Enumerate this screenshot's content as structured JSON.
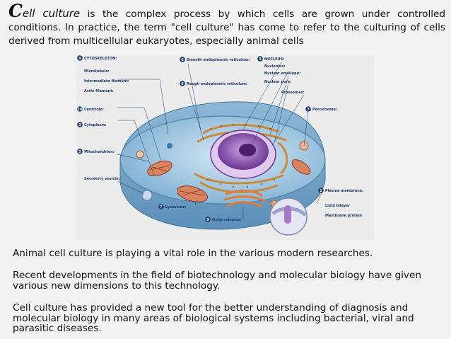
{
  "intro": {
    "dropcap": "C",
    "term_rest": "ell culture",
    "text": " is the complex process by which cells are grown under controlled conditions. In practice, the term \"cell culture\" has come to refer to the culturing of cells derived from multicellular eukaryotes, especially animal cells"
  },
  "diagram": {
    "labels": {
      "cytoskeleton": "CYTOSKELETON:",
      "microtubule": "Microtubule:",
      "intermediate_filament": "Intermediate filament:",
      "actin_filament": "Actin filament:",
      "centriole": "Centriole:",
      "cytoplasm": "Cytoplasm:",
      "mitochondrion": "Mitochondrion:",
      "secretory_vesicle": "Secretory vesicle:",
      "smooth_er": "Smooth endoplasmic reticulum:",
      "rough_er": "Rough endoplasmic reticulum:",
      "nucleus": "NUCLEUS:",
      "nucleolus": "Nucleolus:",
      "nuclear_envelope": "Nuclear envelope:",
      "nuclear_pore": "Nuclear pore:",
      "ribosomes": "Ribosomes:",
      "peroxisome": "Peroxisome:",
      "plasma_membrane": "Plasma membrane:",
      "lipid_bilayer": "Lipid bilayer",
      "membrane_protein": "Membrane protein",
      "lysosome": "Lysosome:",
      "golgi_complex": "Golgi complex:"
    },
    "pins": {
      "cytoskeleton": "4",
      "centriole": "10",
      "cytoplasm": "2",
      "mitochondrion": "5",
      "smooth_er": "6",
      "rough_er": "6",
      "nucleus": "3",
      "peroxisome": "7",
      "plasma_membrane": "1",
      "lysosome": "7",
      "golgi_complex": "9"
    }
  },
  "paragraphs": [
    "Animal cell culture is playing a vital role in the various modern researches.",
    "Recent developments in the field of biotechnology and molecular biology have given various new dimensions to this technology.",
    "Cell culture has provided a new tool for the better understanding of diagnosis and molecular biology in many areas of biological systems including bacterial, viral and parasitic diseases."
  ],
  "colors": {
    "background": "#f2f2f2",
    "label_navy": "#1d3b6e",
    "cytoplasm_blue": "#9fc4dd",
    "nucleus_purple": "#8a4fb0",
    "er_orange": "#c98a3c",
    "mito_red": "#b5523a"
  }
}
